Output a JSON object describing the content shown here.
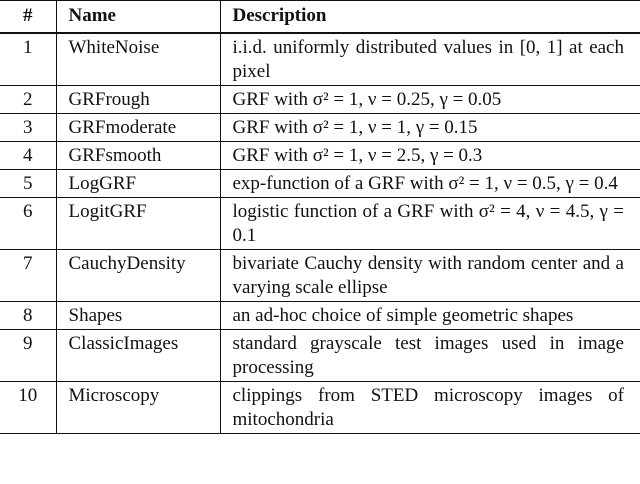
{
  "table": {
    "headers": [
      "#",
      "Name",
      "Description"
    ],
    "rows": [
      {
        "num": "1",
        "name": "WhiteNoise",
        "description": "i.i.d. uniformly distributed values in [0, 1] at each pixel"
      },
      {
        "num": "2",
        "name": "GRFrough",
        "description": "GRF with σ² = 1, ν = 0.25, γ = 0.05"
      },
      {
        "num": "3",
        "name": "GRFmoderate",
        "description": "GRF with σ² = 1, ν = 1, γ = 0.15"
      },
      {
        "num": "4",
        "name": "GRFsmooth",
        "description": "GRF with σ² = 1, ν = 2.5, γ = 0.3"
      },
      {
        "num": "5",
        "name": "LogGRF",
        "description": "exp-function of a GRF with σ² = 1, ν = 0.5, γ = 0.4"
      },
      {
        "num": "6",
        "name": "LogitGRF",
        "description": "logistic function of a GRF with σ² = 4, ν = 4.5, γ = 0.1"
      },
      {
        "num": "7",
        "name": "CauchyDensity",
        "description": "bivariate Cauchy density with random center and a varying scale ellipse"
      },
      {
        "num": "8",
        "name": "Shapes",
        "description": "an ad-hoc choice of simple geometric shapes"
      },
      {
        "num": "9",
        "name": "ClassicImages",
        "description": "standard grayscale test images used in image processing"
      },
      {
        "num": "10",
        "name": "Microscopy",
        "description": "clippings from STED microscopy images of mitochondria"
      }
    ]
  }
}
